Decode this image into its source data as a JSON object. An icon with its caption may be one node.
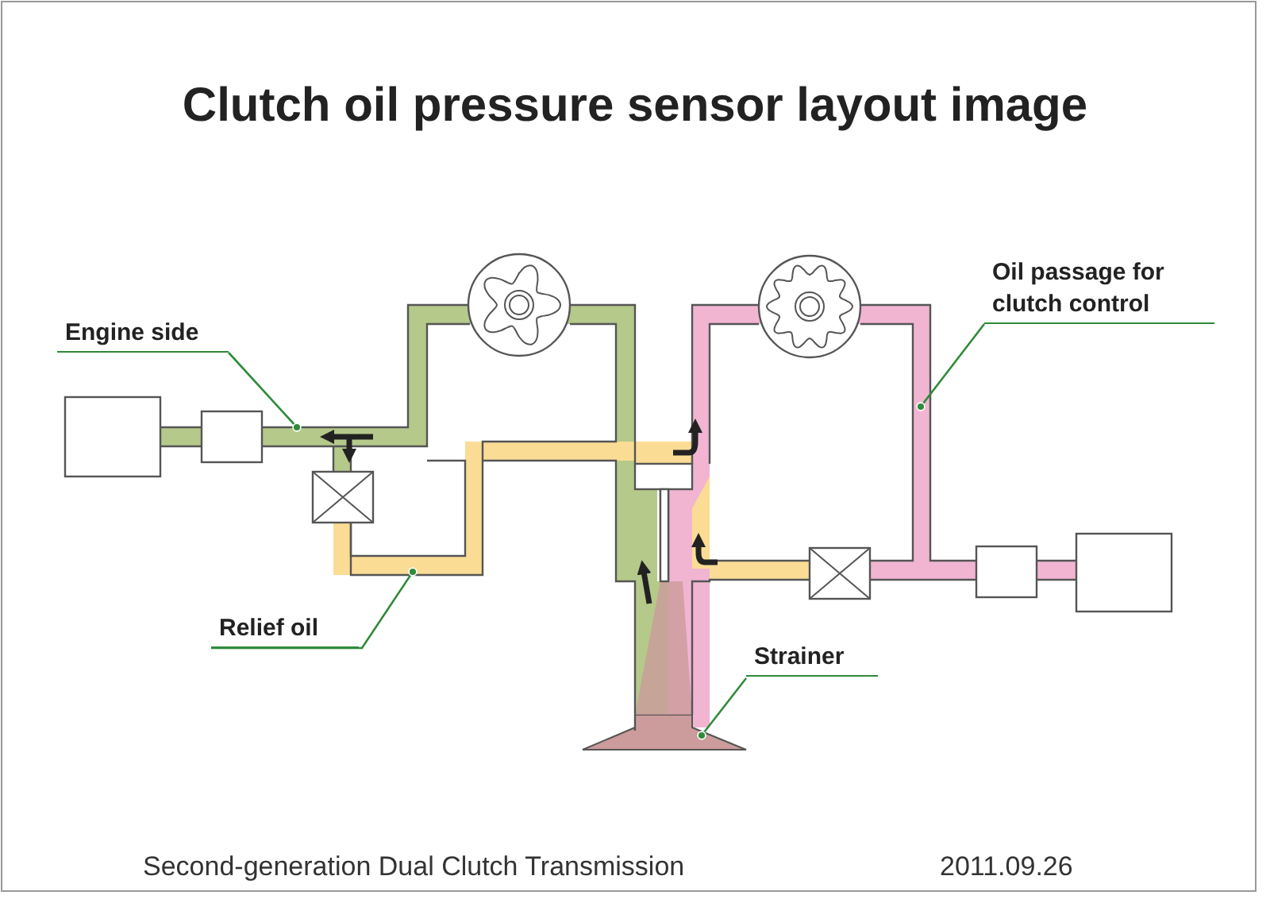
{
  "diagram": {
    "title": "Clutch oil pressure sensor layout image",
    "nodes": [
      {
        "text": [
          "Engine side"
        ]
      },
      {
        "text": [
          "Relief oil"
        ]
      },
      {
        "text": [
          "Oil passage for clutch control"
        ]
      },
      {
        "text": [
          "Strainer"
        ]
      }
    ],
    "edges": [
      {
        "from": 0,
        "to": null,
        "arrow": "other"
      },
      {
        "from": 1,
        "to": null,
        "arrow": "other"
      },
      {
        "from": 2,
        "to": null,
        "arrow": "other"
      },
      {
        "from": 3,
        "to": null,
        "arrow": "other"
      }
    ],
    "labels": [
      "Second-generation Dual Clutch Transmission",
      "2011.09.26"
    ]
  }
}
